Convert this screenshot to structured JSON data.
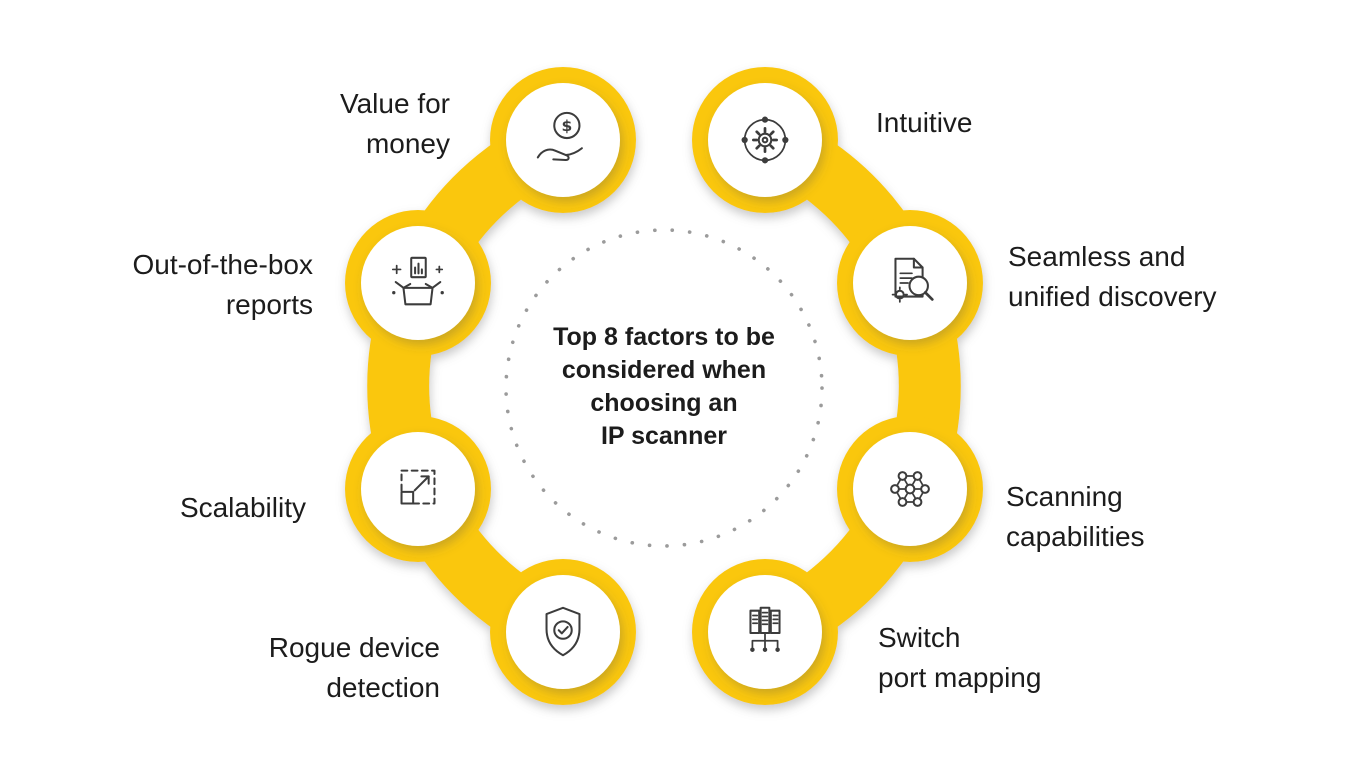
{
  "center_title": {
    "text": "Top 8 factors to be\nconsidered when\nchoosing an\nIP scanner"
  },
  "colors": {
    "accent": "#FAC711",
    "icon_ink": "#3C3C3C",
    "text": "#1C1C1C",
    "dots": "#9B9B9B"
  },
  "icons": {
    "dollar_symbol": "$"
  },
  "nodes": [
    {
      "label": "Value for\nmoney",
      "icon": "hand-coin-icon"
    },
    {
      "label": "Intuitive",
      "icon": "gear-orbit-icon"
    },
    {
      "label": "Out-of-the-box\nreports",
      "icon": "open-box-report-icon"
    },
    {
      "label": "Seamless and\nunified discovery",
      "icon": "document-magnifier-icon"
    },
    {
      "label": "Scalability",
      "icon": "expand-dashed-square-icon"
    },
    {
      "label": "Scanning\ncapabilities",
      "icon": "network-mesh-icon"
    },
    {
      "label": "Rogue device\ndetection",
      "icon": "shield-check-icon"
    },
    {
      "label": "Switch\nport mapping",
      "icon": "rack-port-map-icon"
    }
  ]
}
